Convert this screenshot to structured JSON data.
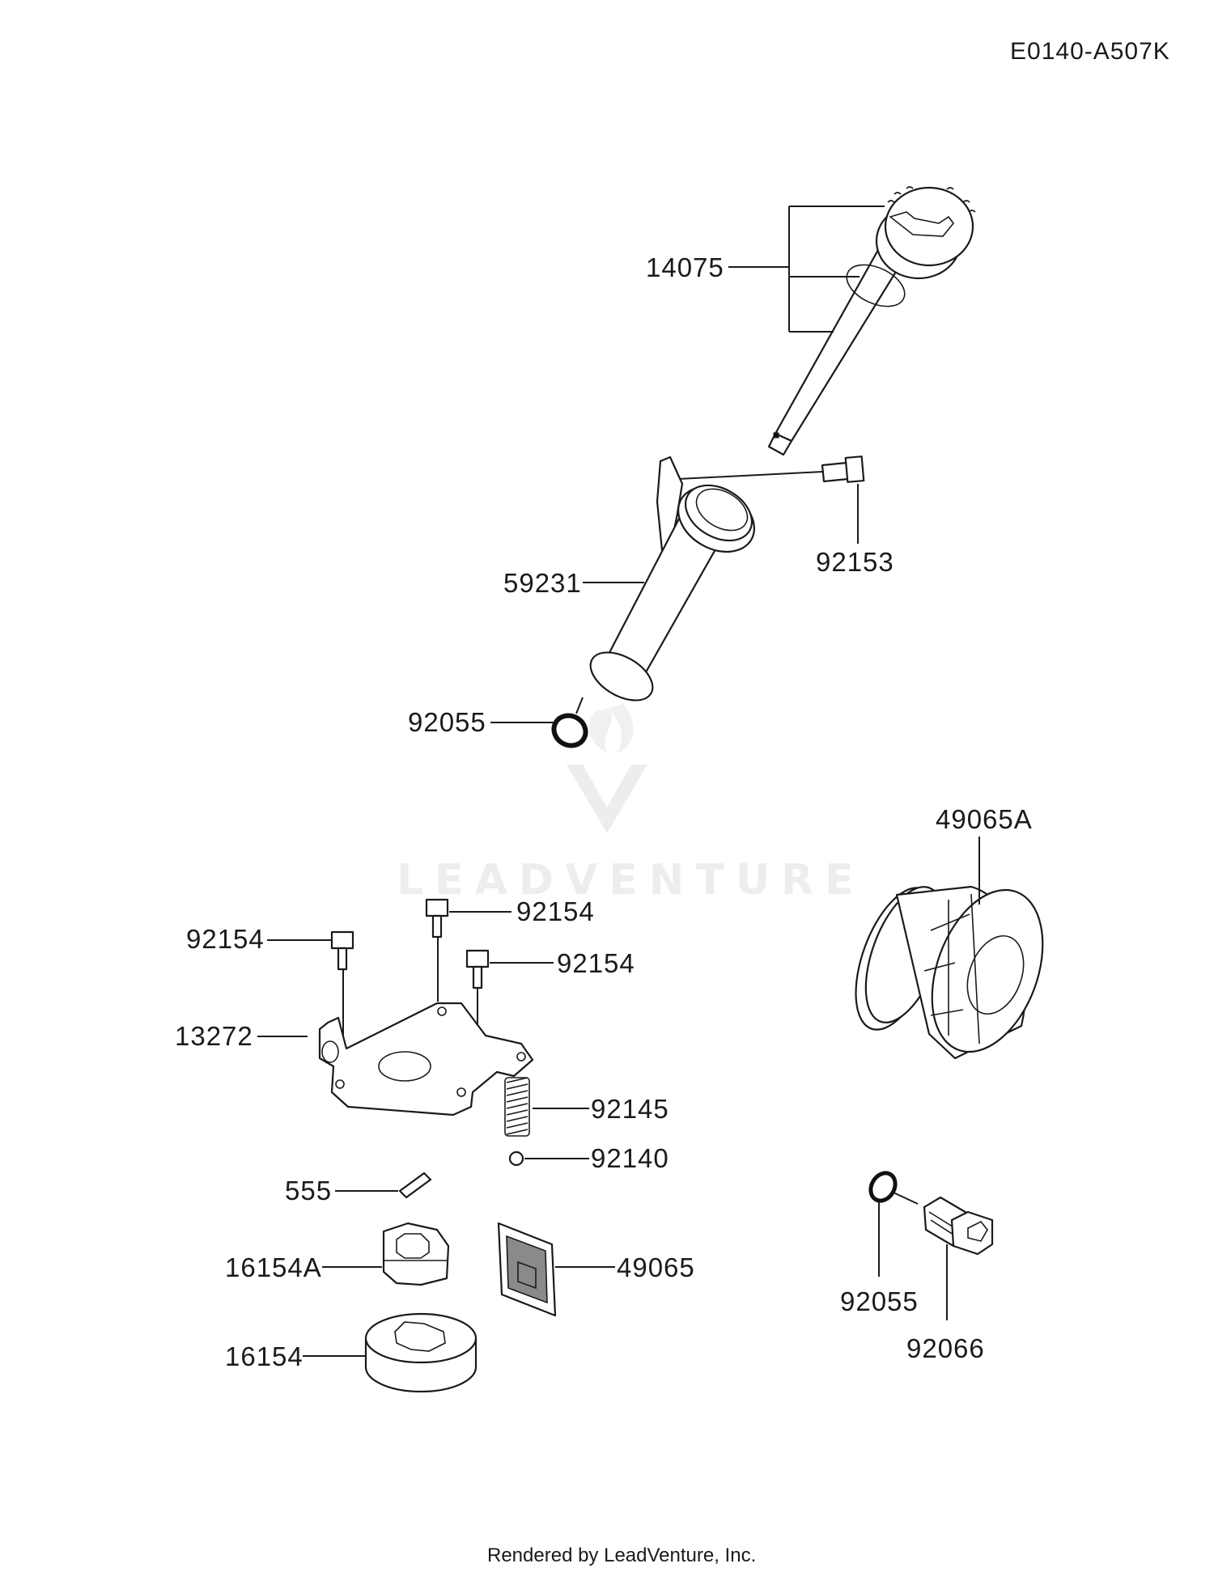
{
  "diagram": {
    "code": "E0140-A507K",
    "footer": "Rendered by LeadVenture, Inc.",
    "watermark": "LEADVENTURE",
    "callouts": {
      "c14075": "14075",
      "c92153": "92153",
      "c59231": "59231",
      "c92055_top": "92055",
      "c49065A": "49065A",
      "c92154_a": "92154",
      "c92154_b": "92154",
      "c92154_c": "92154",
      "c13272": "13272",
      "c92145": "92145",
      "c92140": "92140",
      "c555": "555",
      "c16154A": "16154A",
      "c49065": "49065",
      "c16154": "16154",
      "c92055_bot": "92055",
      "c92066": "92066"
    }
  }
}
